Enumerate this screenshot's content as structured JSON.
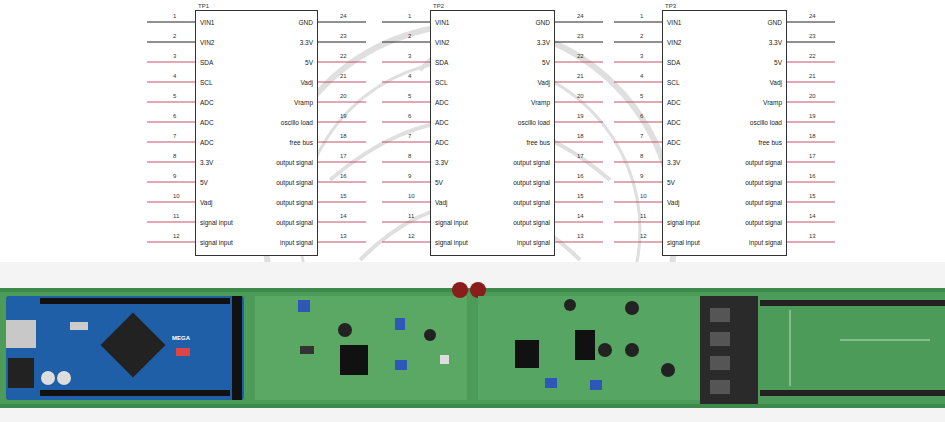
{
  "diagram": {
    "nodes": [
      {
        "text": [
          "TP1",
          "VIN1",
          "VIN2",
          "SDA",
          "SCL",
          "ADC",
          "ADC",
          "ADC",
          "3.3V",
          "5V",
          "Vadj",
          "signal input",
          "signal input",
          "GND",
          "3.3V",
          "5V",
          "Vadj",
          "Vramp",
          "oscillo load",
          "free bus",
          "output signal",
          "output signal",
          "output signal",
          "output signal",
          "input signal"
        ]
      },
      {
        "text": [
          "TP2",
          "VIN1",
          "VIN2",
          "SDA",
          "SCL",
          "ADC",
          "ADC",
          "ADC",
          "3.3V",
          "5V",
          "Vadj",
          "signal input",
          "signal input",
          "GND",
          "3.3V",
          "5V",
          "Vadj",
          "Vramp",
          "oscillo load",
          "free bus",
          "output signal",
          "output signal",
          "output signal",
          "output signal",
          "input signal"
        ]
      },
      {
        "text": [
          "TP3",
          "VIN1",
          "VIN2",
          "SDA",
          "SCL",
          "ADC",
          "ADC",
          "ADC",
          "3.3V",
          "5V",
          "Vadj",
          "signal input",
          "signal input",
          "GND",
          "3.3V",
          "5V",
          "Vadj",
          "Vramp",
          "oscillo load",
          "free bus",
          "output signal",
          "output signal",
          "output signal",
          "output signal",
          "input signal"
        ]
      }
    ],
    "labels": [
      "1",
      "2",
      "3",
      "4",
      "5",
      "6",
      "7",
      "8",
      "9",
      "10",
      "11",
      "12",
      "24",
      "23",
      "22",
      "21",
      "20",
      "19",
      "18",
      "17",
      "16",
      "15",
      "14",
      "13",
      "1",
      "2",
      "3",
      "4",
      "5",
      "6",
      "7",
      "8",
      "9",
      "10",
      "11",
      "12",
      "24",
      "23",
      "22",
      "21",
      "20",
      "19",
      "18",
      "17",
      "16",
      "15",
      "14",
      "13",
      "1",
      "2",
      "3",
      "4",
      "5",
      "6",
      "7",
      "8",
      "9",
      "10",
      "11",
      "12",
      "24",
      "23",
      "22",
      "21",
      "20",
      "19",
      "18",
      "17",
      "16",
      "15",
      "14",
      "13",
      "MEGA"
    ]
  }
}
